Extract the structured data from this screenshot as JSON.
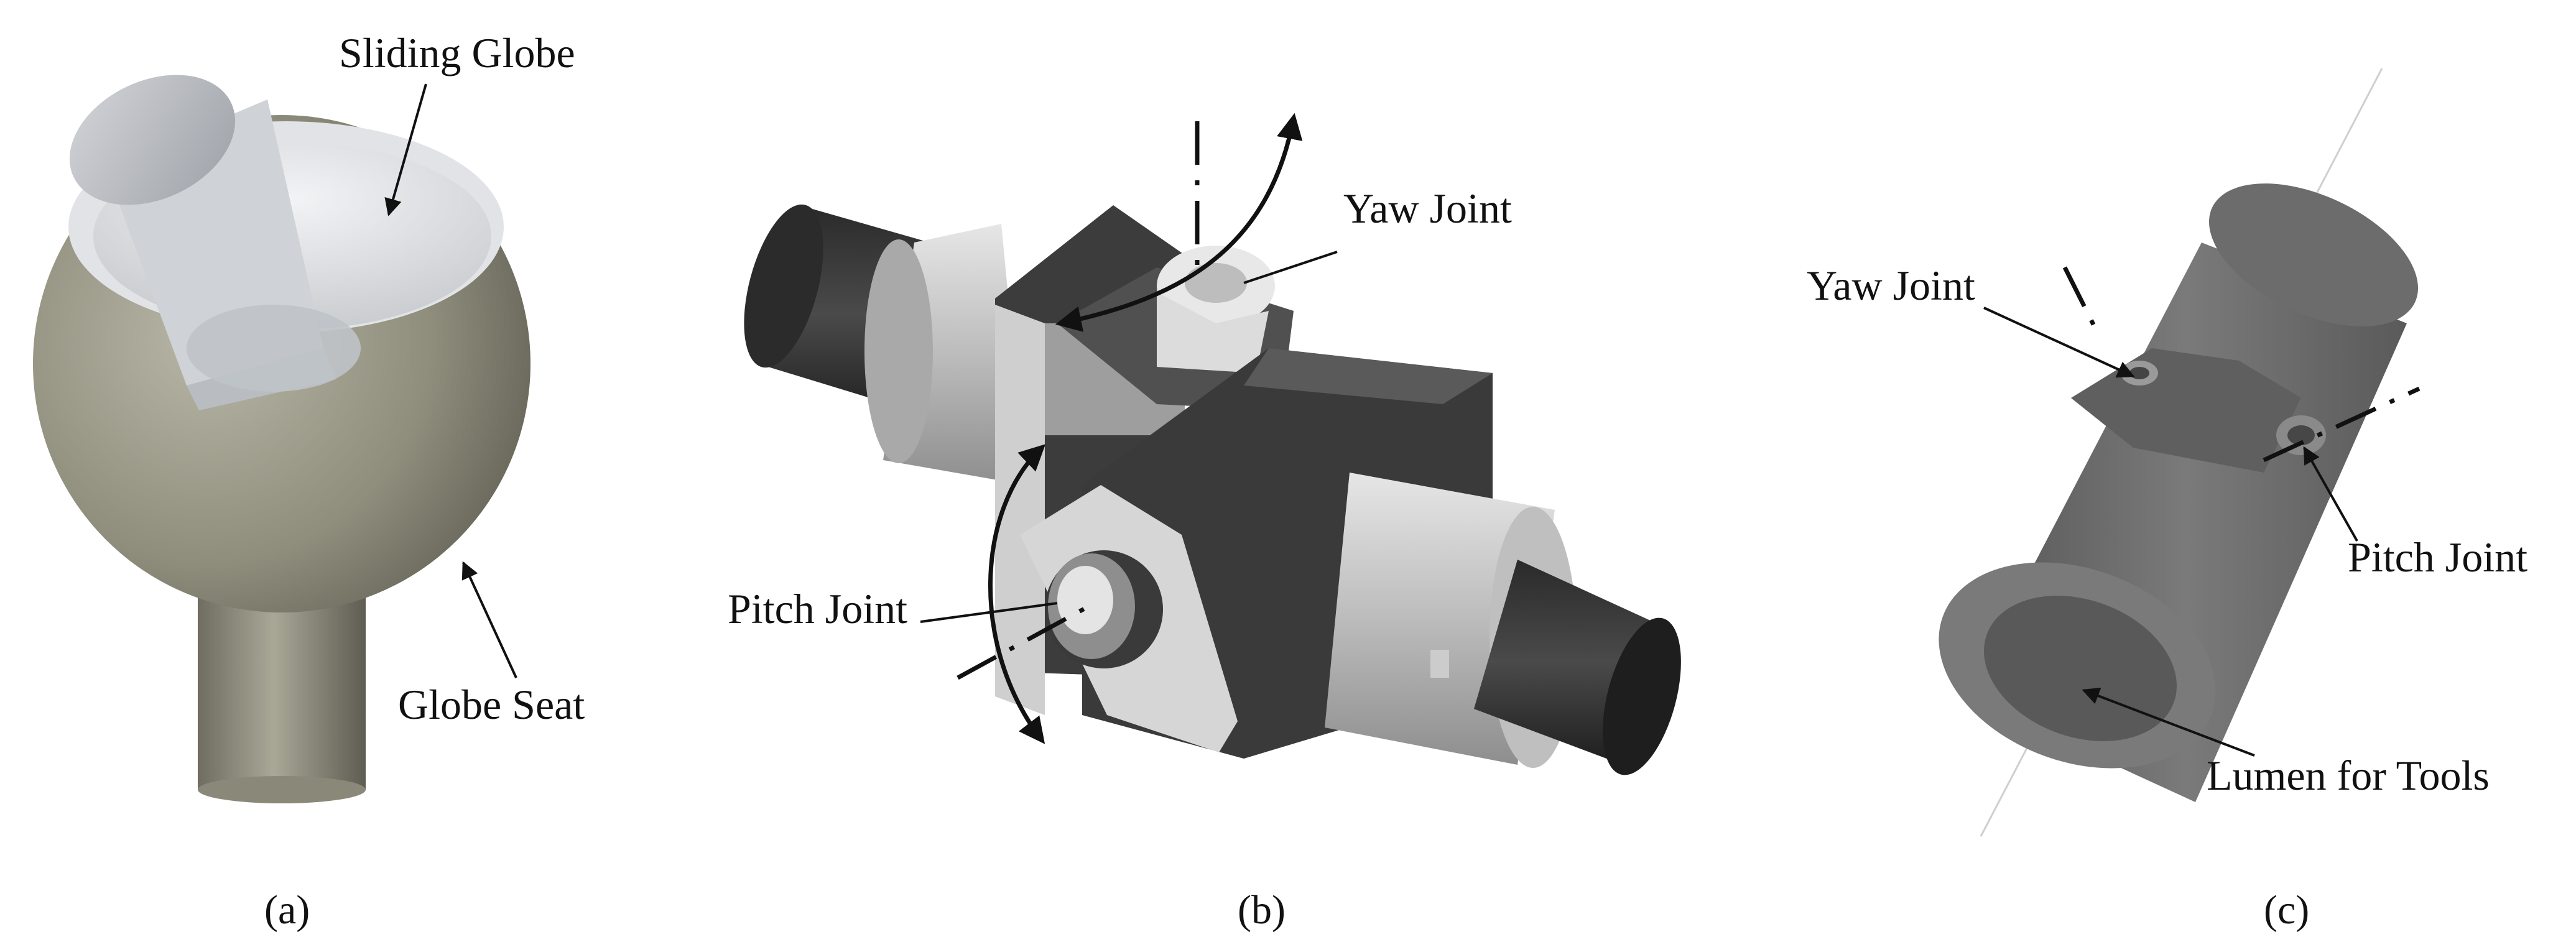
{
  "panels": {
    "a": {
      "caption": "(a)",
      "labels": {
        "sliding_globe": "Sliding Globe",
        "globe_seat": "Globe Seat"
      }
    },
    "b": {
      "caption": "(b)",
      "labels": {
        "yaw_joint": "Yaw Joint",
        "pitch_joint": "Pitch Joint"
      }
    },
    "c": {
      "caption": "(c)",
      "labels": {
        "yaw_joint": "Yaw Joint",
        "pitch_joint": "Pitch Joint",
        "lumen_for_tools": "Lumen for Tools"
      }
    }
  },
  "colors": {
    "seat": "#8f8d7c",
    "globe": "#d8dadc",
    "dark_metal": "#3c3c3c",
    "light_metal": "#c9c9c9",
    "tube": "#6e6e6e",
    "annotation": "#111111"
  }
}
